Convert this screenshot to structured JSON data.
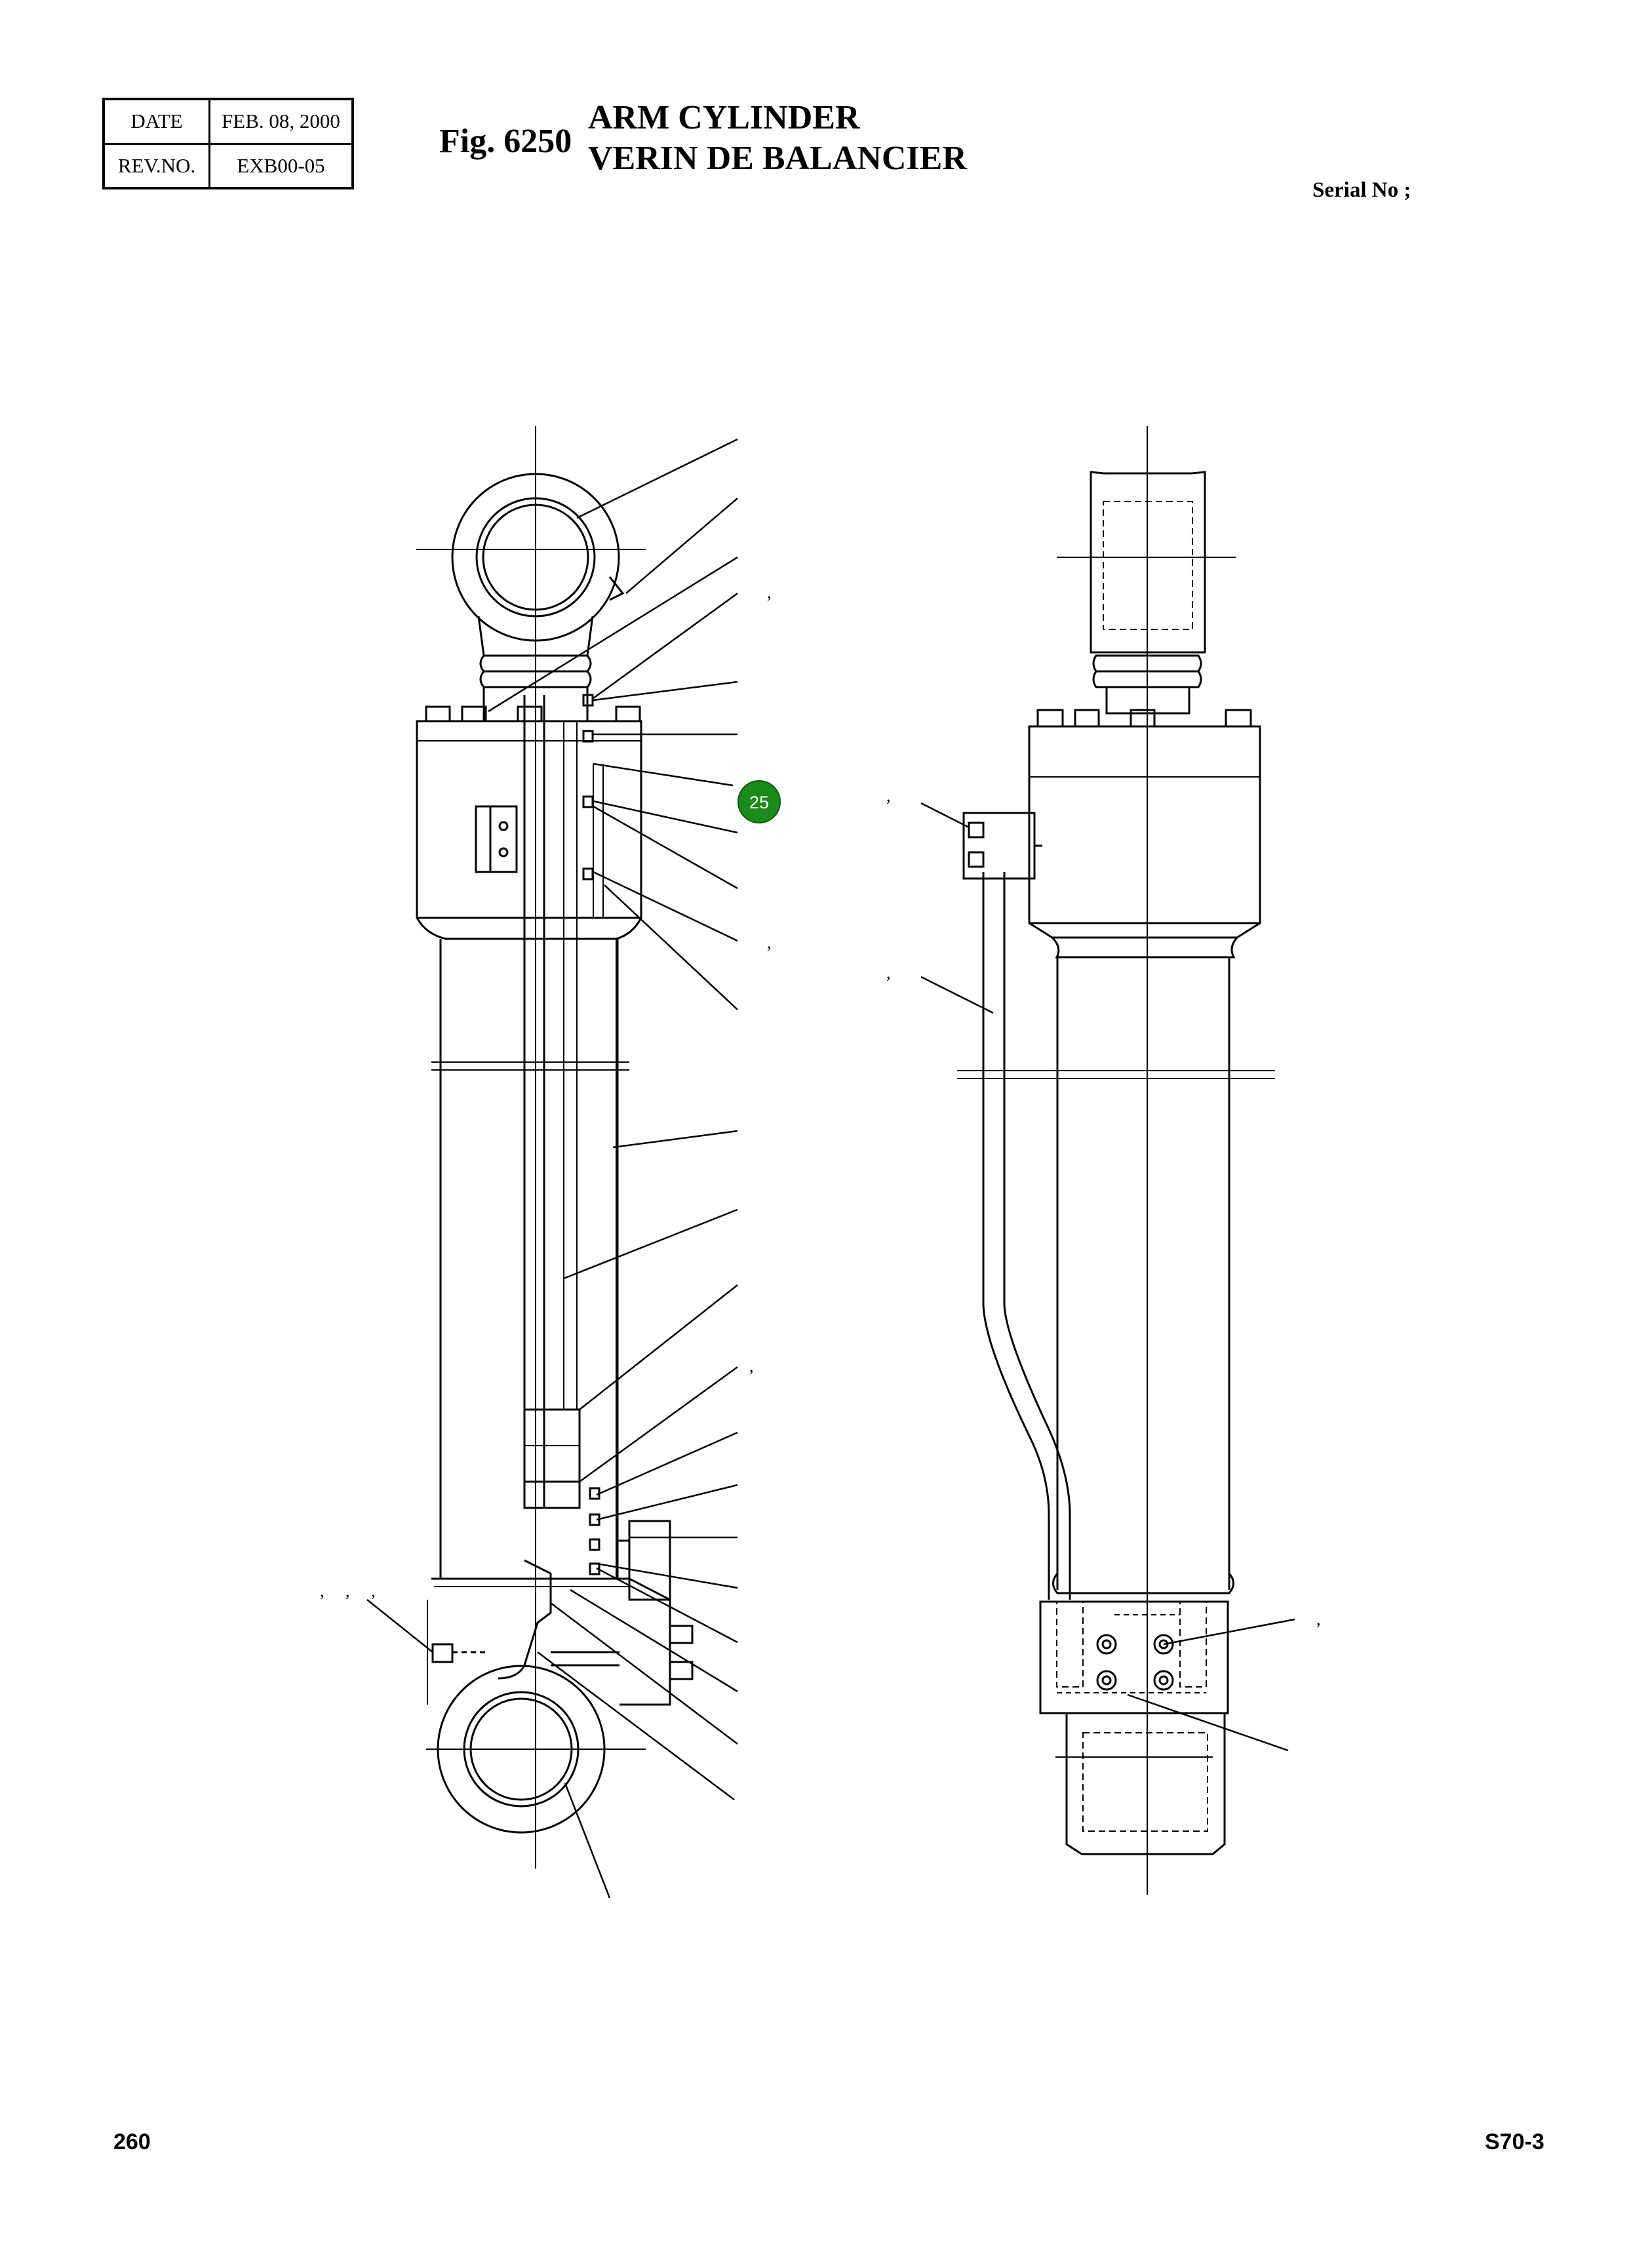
{
  "header": {
    "date_label": "DATE",
    "date_value": "FEB. 08, 2000",
    "rev_label": "REV.NO.",
    "rev_value": "EXB00-05",
    "fig_number": "Fig. 6250",
    "title_en": "ARM CYLINDER",
    "title_fr": "VERIN DE BALANCIER",
    "serial_label": "Serial No ;"
  },
  "footer": {
    "page_number": "260",
    "model": "S70-3"
  },
  "callout": {
    "number": "25",
    "color": "#1a8a1a"
  },
  "separators": {
    "comma": ","
  }
}
